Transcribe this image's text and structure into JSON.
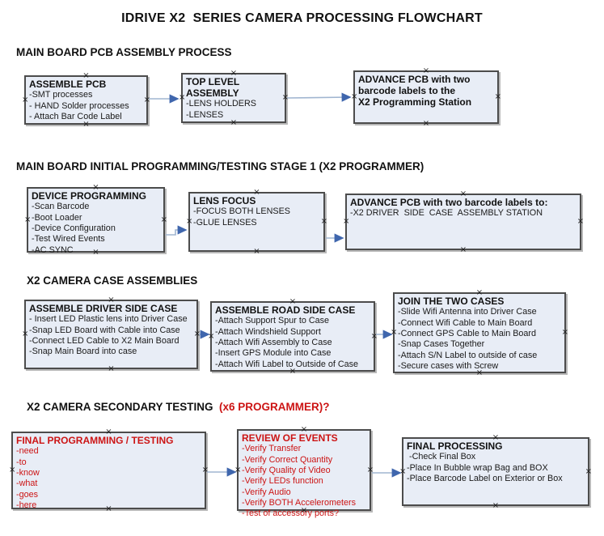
{
  "title": "IDRIVE X2  SERIES CAMERA PROCESSING FLOWCHART",
  "icons": {
    "connection_marker": "×"
  },
  "colors": {
    "box_fill": "#e8edf6",
    "box_border": "#4c4c4c",
    "red_text": "#cc1414",
    "arrow_line": "#a0b5d0",
    "arrow_head": "#3f66ad",
    "background": "#ffffff"
  },
  "sections": [
    {
      "heading": "MAIN BOARD PCB ASSEMBLY PROCESS",
      "heading_red": "",
      "boxes": [
        {
          "title": "ASSEMBLE PCB",
          "items": [
            "-SMT processes",
            "- HAND Solder processes",
            "- Attach Bar Code Label"
          ]
        },
        {
          "title": "TOP LEVEL ASSEMBLY",
          "items": [
            "-LENS HOLDERS",
            "-LENSES"
          ]
        },
        {
          "title": "ADVANCE PCB with two\nbarcode labels to the\n X2 Programming Station",
          "items": []
        }
      ]
    },
    {
      "heading": "MAIN BOARD INITIAL PROGRAMMING/TESTING STAGE 1 (X2 PROGRAMMER)",
      "heading_red": "",
      "boxes": [
        {
          "title": "DEVICE PROGRAMMING",
          "items": [
            "-Scan Barcode",
            "-Boot Loader",
            "-Device Configuration",
            "-Test Wired Events",
            "-AC SYNC"
          ]
        },
        {
          "title": "LENS FOCUS",
          "items": [
            "-FOCUS BOTH LENSES",
            "-GLUE LENSES"
          ]
        },
        {
          "title": "ADVANCE PCB with two barcode labels to:",
          "items": [
            "-X2 DRIVER  SIDE  CASE  ASSEMBLY STATION"
          ]
        }
      ]
    },
    {
      "heading": "X2 CAMERA CASE ASSEMBLIES",
      "heading_red": "",
      "boxes": [
        {
          "title": "ASSEMBLE DRIVER SIDE CASE",
          "items": [
            "- Insert LED Plastic lens into Driver Case",
            "-Snap LED Board with Cable into Case",
            "-Connect LED Cable to X2 Main Board",
            "-Snap Main Board into case"
          ]
        },
        {
          "title": "ASSEMBLE ROAD SIDE CASE",
          "items": [
            "-Attach Support Spur to Case",
            "-Attach Windshield Support",
            "-Attach Wifi Assembly to Case",
            "-Insert GPS Module into Case",
            "-Attach Wifi Label to Outside of Case"
          ]
        },
        {
          "title": "JOIN THE TWO CASES",
          "items": [
            "-Slide Wifi Antenna into Driver Case",
            "-Connect Wifi Cable to Main Board",
            "-Connect GPS Cable to Main Board",
            "-Snap Cases Together",
            "-Attach S/N Label to outside of case",
            "-Secure cases with Screw"
          ]
        }
      ]
    },
    {
      "heading": "X2 CAMERA SECONDARY TESTING  ",
      "heading_red": "(x6 PROGRAMMER)?",
      "boxes": [
        {
          "title": "FINAL PROGRAMMING / TESTING",
          "items": [
            "-need",
            "-to",
            "-know",
            "-what",
            "-goes",
            "-here"
          ]
        },
        {
          "title": "REVIEW OF EVENTS",
          "items": [
            "-Verify Transfer",
            "-Verify Correct Quantity",
            "-Verify Quality of Video",
            "-Verify LEDs function",
            "-Verify Audio",
            "-Verify BOTH Accelerometers",
            "-Test of accessory ports?"
          ]
        },
        {
          "title": "FINAL PROCESSING",
          "items": [
            " -Check Final Box",
            "-Place In Bubble wrap Bag and BOX",
            "-Place Barcode Label on Exterior or Box"
          ]
        }
      ]
    }
  ]
}
